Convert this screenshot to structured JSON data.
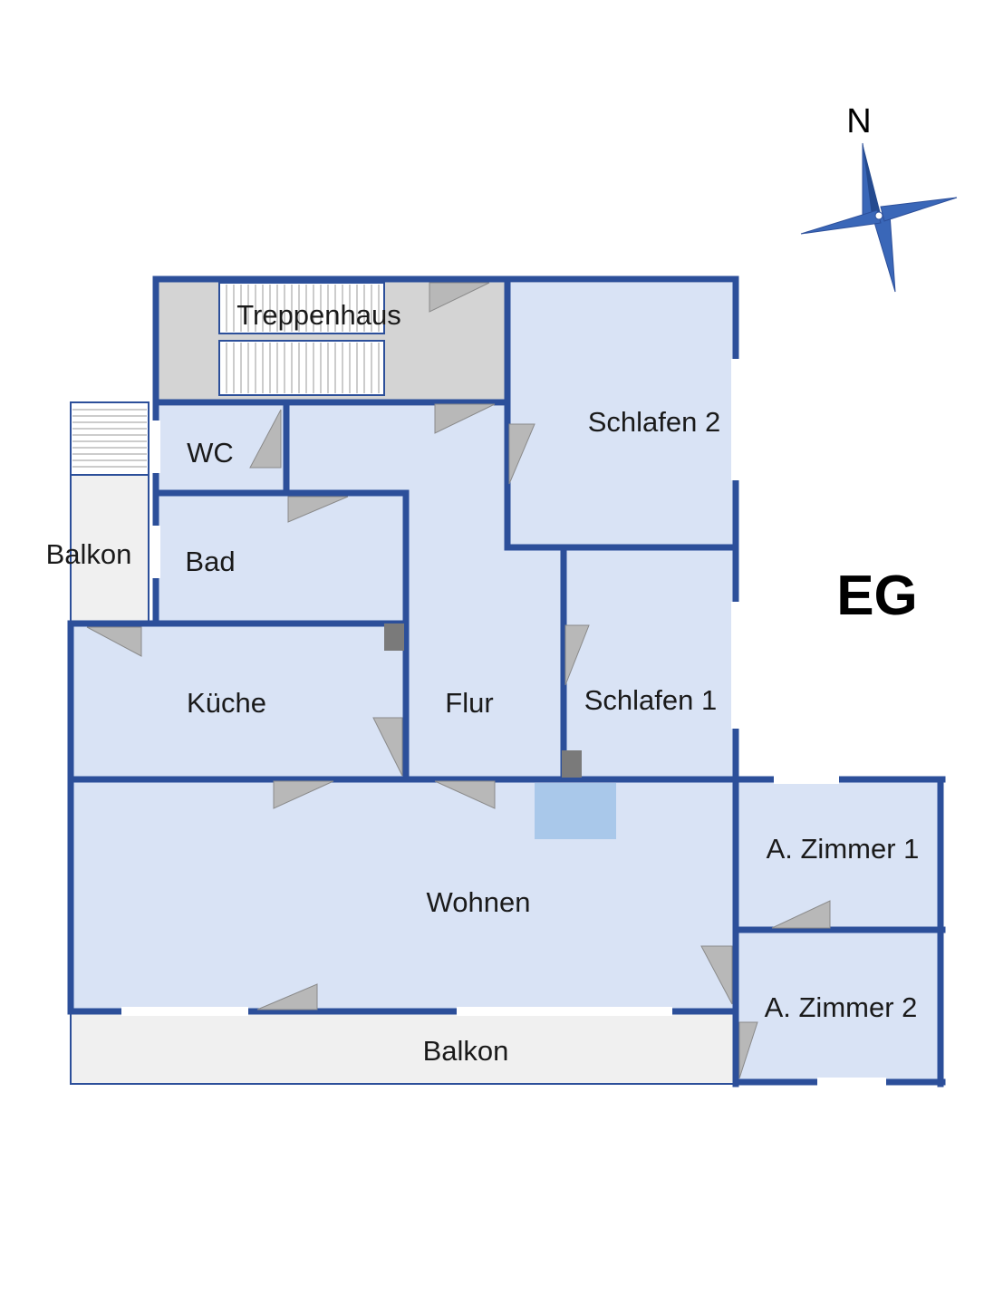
{
  "floor_label": "EG",
  "compass": {
    "north_label": "N"
  },
  "rooms": {
    "treppenhaus": "Treppenhaus",
    "wc": "WC",
    "bad": "Bad",
    "kueche": "Küche",
    "flur": "Flur",
    "schlafen2": "Schlafen 2",
    "schlafen1": "Schlafen 1",
    "wohnen": "Wohnen",
    "azimmer1": "A. Zimmer 1",
    "azimmer2": "A. Zimmer 2",
    "balkon_side": "Balkon",
    "balkon_bottom": "Balkon"
  },
  "colors": {
    "wall": "#2c4f9a",
    "room_fill": "#d9e3f5",
    "stair_area": "#d4d4d4",
    "balcony_fill": "#f0f0f0",
    "door_swing": "#b8b8b8",
    "window_gap": "#ffffff",
    "pillar": "#7a7a7a",
    "highlight": "#a9c8ea",
    "compass": "#3a67b8"
  }
}
